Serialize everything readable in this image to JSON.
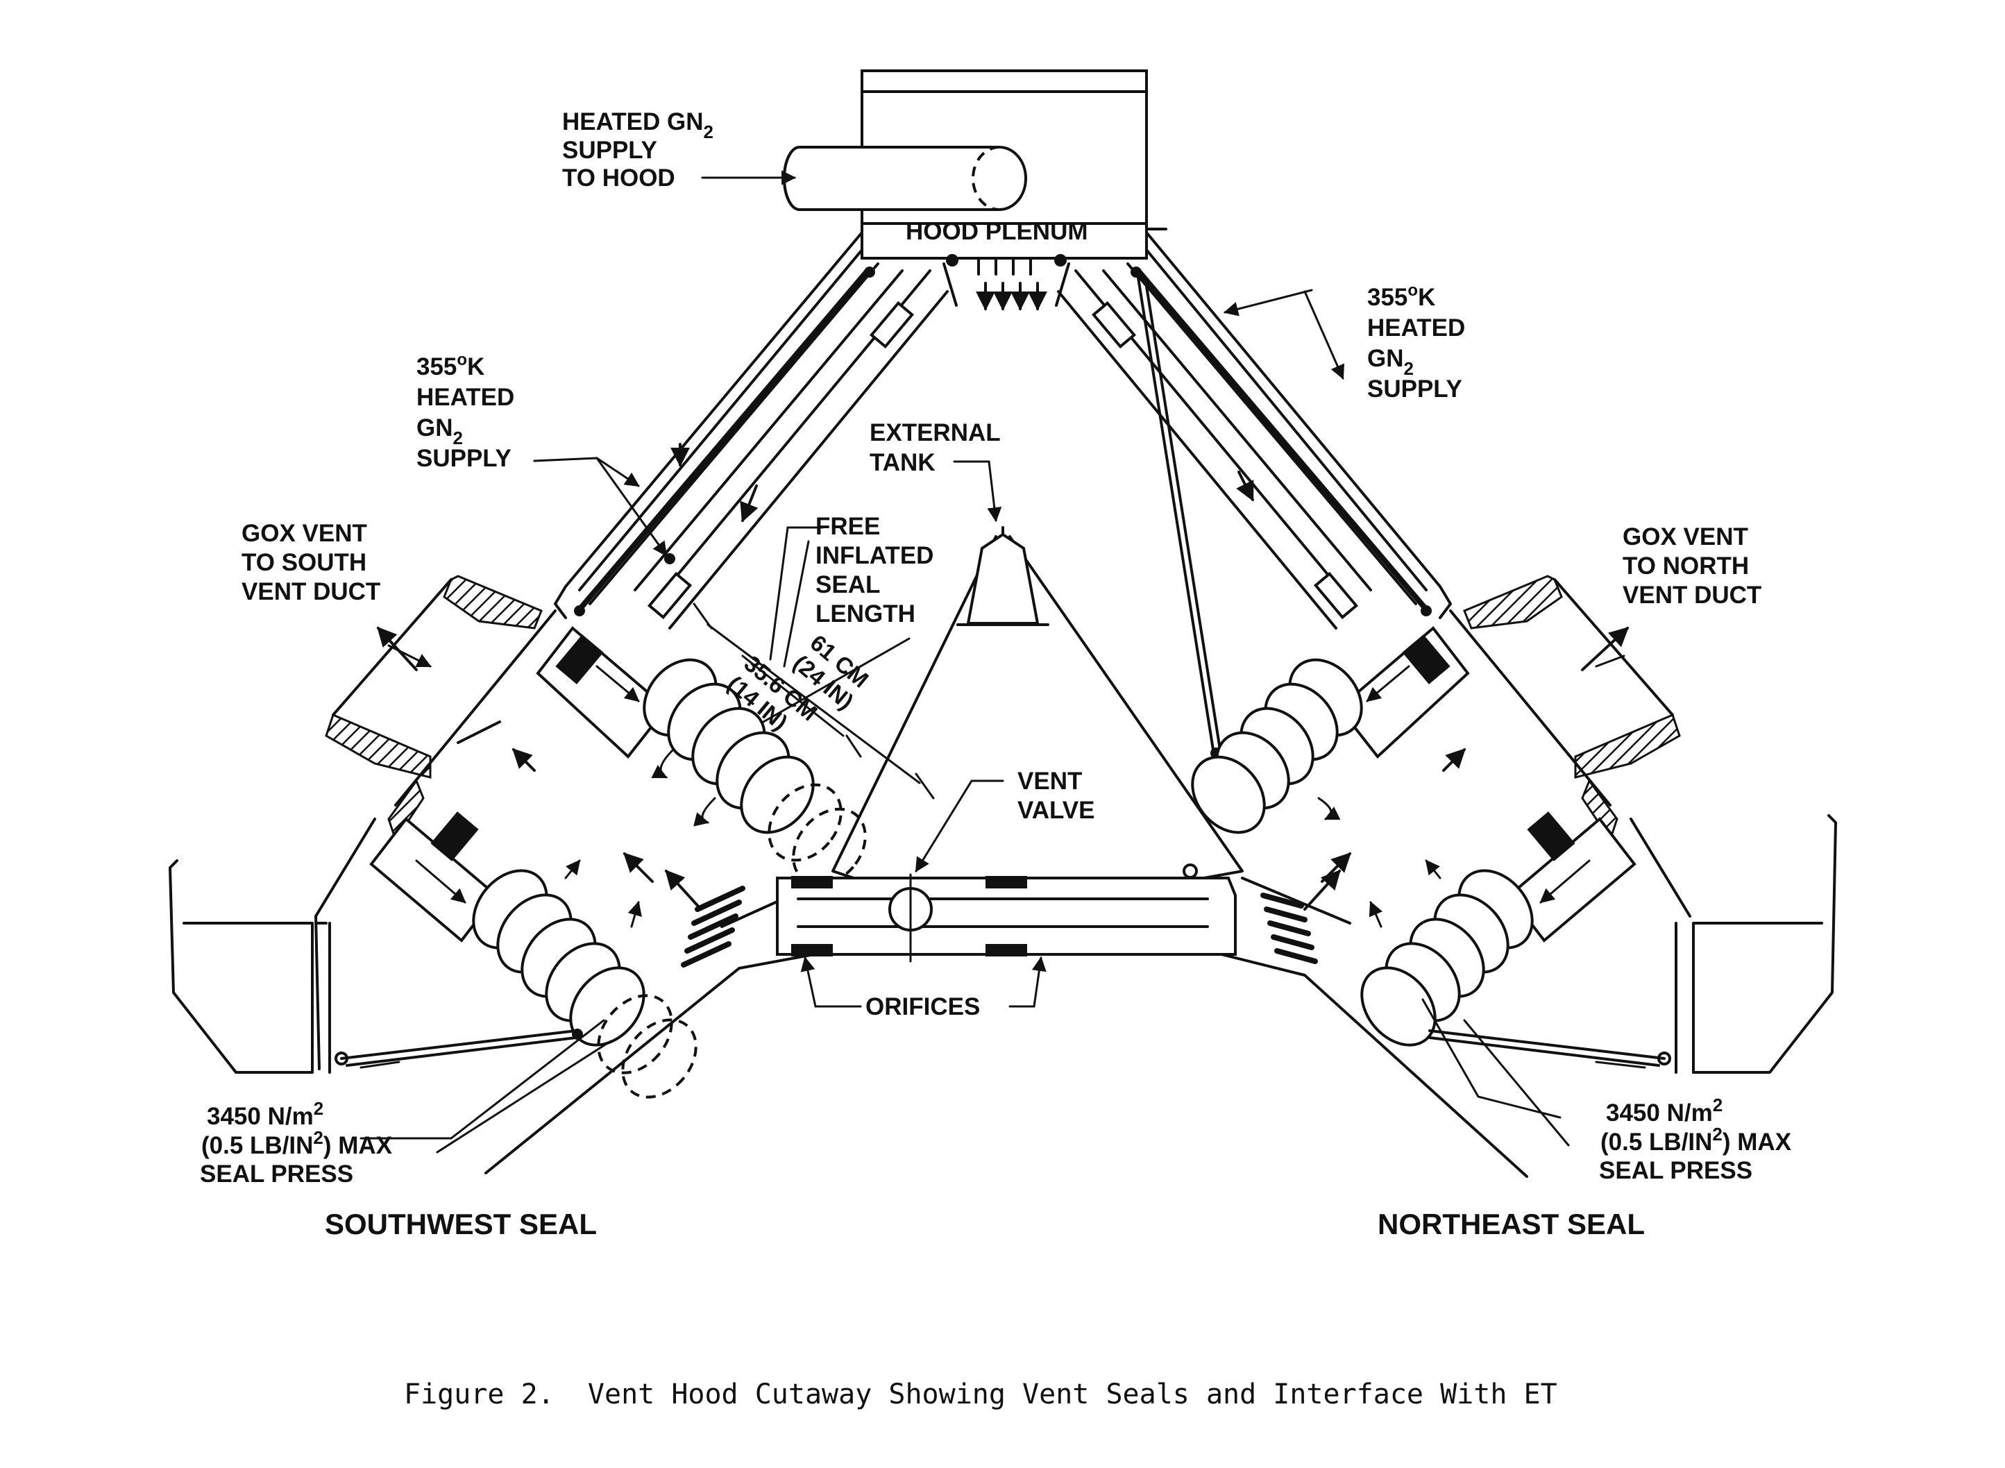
{
  "labels": {
    "gn2_supply_hood_1": "HEATED GN",
    "gn2_supply_hood_sub": "2",
    "gn2_supply_hood_2": "SUPPLY",
    "gn2_supply_hood_3": "TO HOOD",
    "hood_plenum": "HOOD PLENUM",
    "left_supply_temp": "355",
    "left_supply_temp_sup": "o",
    "left_supply_temp_unit": "K",
    "left_supply_heated": "HEATED",
    "left_supply_gn": "GN",
    "left_supply_gn_sub": "2",
    "left_supply_word": "SUPPLY",
    "right_supply_temp": "355",
    "right_supply_temp_sup": "o",
    "right_supply_temp_unit": "K",
    "right_supply_heated": "HEATED",
    "right_supply_gn": "GN",
    "right_supply_gn_sub": "2",
    "right_supply_word": "SUPPLY",
    "external_tank_1": "EXTERNAL",
    "external_tank_2": "TANK",
    "free_seal_1": "FREE",
    "free_seal_2": "INFLATED",
    "free_seal_3": "SEAL",
    "free_seal_4": "LENGTH",
    "dim_61_1": "61 CM",
    "dim_61_2": "(24 IN)",
    "dim_356_1": "35.6 CM",
    "dim_356_2": "(14 IN)",
    "gox_south_1": "GOX  VENT",
    "gox_south_2": "TO SOUTH",
    "gox_south_3": "VENT DUCT",
    "gox_north_1": "GOX VENT",
    "gox_north_2": "TO NORTH",
    "gox_north_3": "VENT DUCT",
    "vent_valve_1": "VENT",
    "vent_valve_2": "VALVE",
    "orifices": "ORIFICES",
    "left_press_1": "3450 N/m",
    "left_press_1_sup": "2",
    "left_press_2": "(0.5 LB/IN",
    "left_press_2_sup": "2",
    "left_press_2_end": ") MAX",
    "left_press_3": "SEAL PRESS",
    "right_press_1": "3450 N/m",
    "right_press_1_sup": "2",
    "right_press_2": "(0.5 LB/IN",
    "right_press_2_sup": "2",
    "right_press_2_end": ") MAX",
    "right_press_3": "SEAL PRESS",
    "southwest_seal": "SOUTHWEST SEAL",
    "northeast_seal": "NORTHEAST SEAL"
  },
  "caption": "Figure 2.  Vent Hood Cutaway Showing Vent Seals and Interface With ET"
}
